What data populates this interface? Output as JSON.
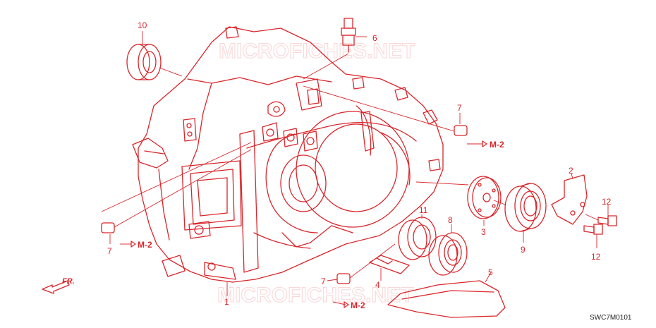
{
  "diagram": {
    "code": "SWC7M0101",
    "watermark": "MICROFICHES.NET",
    "direction_label": "FR.",
    "reference": "M-2",
    "parts": [
      {
        "number": "1"
      },
      {
        "number": "2"
      },
      {
        "number": "3"
      },
      {
        "number": "4"
      },
      {
        "number": "5"
      },
      {
        "number": "6"
      },
      {
        "number": "7"
      },
      {
        "number": "8"
      },
      {
        "number": "9"
      },
      {
        "number": "10"
      },
      {
        "number": "11"
      },
      {
        "number": "12"
      }
    ],
    "colors": {
      "line": "#d9262b",
      "watermark": "#f3b8b8",
      "code": "#222222"
    }
  }
}
